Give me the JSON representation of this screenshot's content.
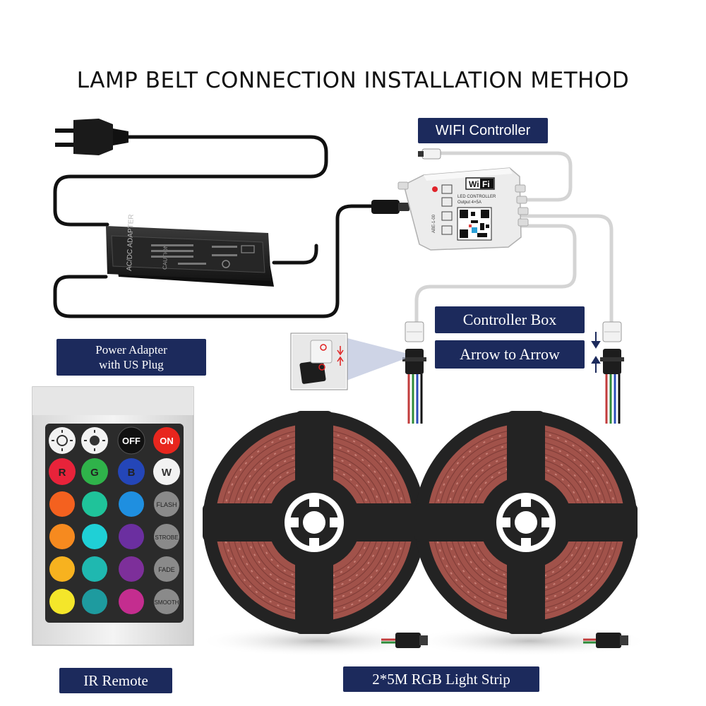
{
  "title": "LAMP BELT CONNECTION INSTALLATION METHOD",
  "labels": {
    "wifi_controller": "WIFI Controller",
    "controller_box": "Controller Box",
    "arrow_to_arrow": "Arrow to Arrow",
    "power_adapter_line1": "Power Adapter",
    "power_adapter_line2": "with US Plug",
    "ir_remote": "IR Remote",
    "light_strip": "2*5M RGB Light Strip"
  },
  "adapter": {
    "text": "AC/DC ADAPTER",
    "caution": "CAUTION"
  },
  "controller": {
    "badge_left": "Wi",
    "badge_right": "Fi",
    "line1": "LED CONTROLLER",
    "line2": "Output 4×5A",
    "side_text": "ABE-1-00"
  },
  "remote": {
    "buttons": {
      "off": "OFF",
      "on": "ON",
      "r": "R",
      "g": "G",
      "b": "B",
      "w": "W",
      "flash": "FLASH",
      "strobe": "STROBE",
      "fade": "FADE",
      "smooth": "SMOOTH"
    },
    "colors": {
      "r": "#e8233a",
      "g": "#2fb34a",
      "b": "#2446b8",
      "row1": [
        "#f4611f",
        "#1fc39a",
        "#1f8fe0"
      ],
      "row2": [
        "#f68a1f",
        "#1fd0d6",
        "#6b2fa0"
      ],
      "row3": [
        "#f7b21f",
        "#1fb8b0",
        "#7d2f9a"
      ],
      "row4": [
        "#f4e62a",
        "#1e9b9f",
        "#c42d8f"
      ]
    }
  },
  "colors": {
    "tag_bg": "#1c2a5c",
    "reel": "#2a2a2a",
    "strip": "#a1524a"
  }
}
